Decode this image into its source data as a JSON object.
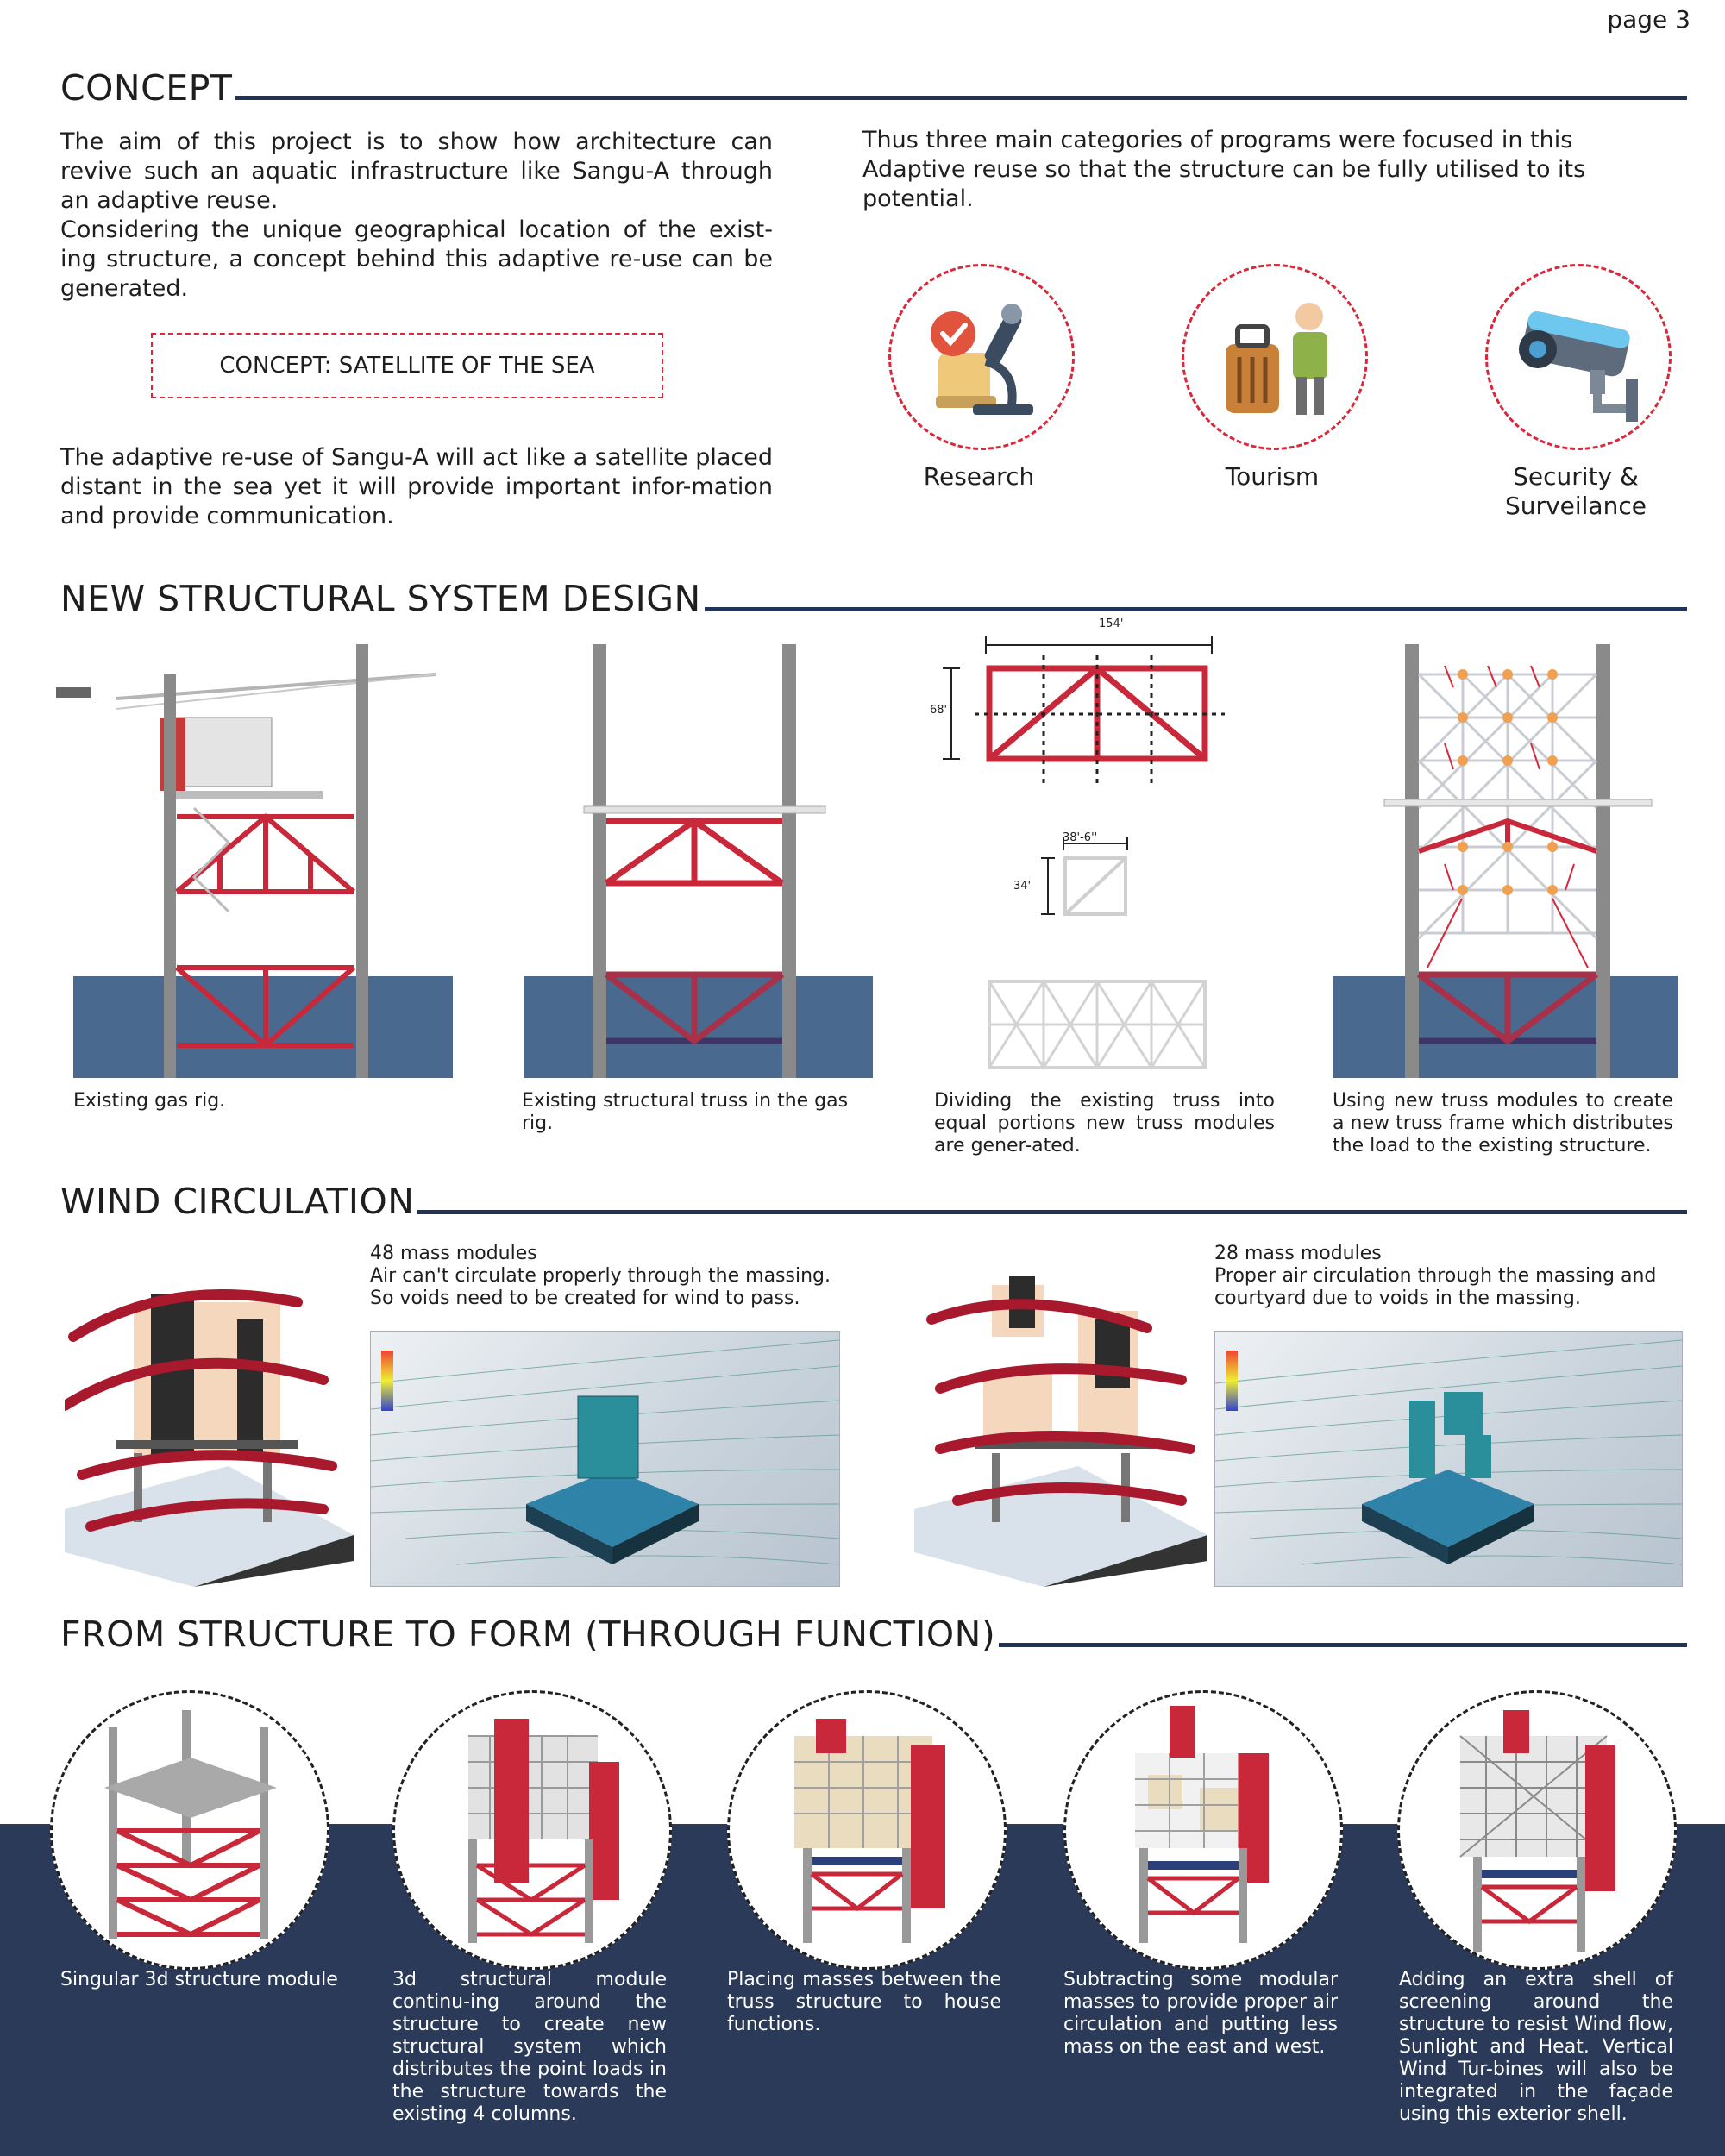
{
  "page_label": "page 3",
  "concept": {
    "heading": "CONCEPT",
    "paragraph1": "The aim of this project is to show how architecture can revive such an aquatic infrastructure like Sangu-A through an adaptive reuse.",
    "paragraph2": "Considering the unique geographical location of the exist-ing structure, a concept behind this adaptive re-use can be generated.",
    "box_label": "CONCEPT: SATELLITE OF THE SEA",
    "paragraph3": "The adaptive re-use of Sangu-A will act like a satellite placed distant in the sea yet it will provide important infor-mation and provide communication.",
    "right_paragraph": "Thus three main categories of programs were focused in this Adaptive reuse so that the structure can be fully utilised to its potential.",
    "categories": [
      {
        "label": "Research",
        "icon": "microscope-icon"
      },
      {
        "label": "Tourism",
        "icon": "traveler-luggage-icon"
      },
      {
        "label": "Security & Surveilance",
        "icon": "cctv-camera-icon"
      }
    ]
  },
  "structural": {
    "heading": "NEW STRUCTURAL SYSTEM DESIGN",
    "captions": [
      "Existing gas rig.",
      "Existing structural truss in the gas rig.",
      "Dividing the existing truss into equal portions new truss modules are gener-ated.",
      "Using new truss modules to create a new truss frame which distributes the load to the existing structure."
    ],
    "dimensions": {
      "width_large": "154'",
      "height_large": "68'",
      "width_small": "38'-6''",
      "height_small": "34'"
    }
  },
  "wind": {
    "heading": "WIND CIRCULATION",
    "left": {
      "title": "48 mass modules",
      "text": "Air can't circulate properly through the massing. So voids need to be created for wind to pass."
    },
    "right": {
      "title": "28 mass modules",
      "text": "Proper air circulation through the massing and courtyard due to voids in the massing."
    }
  },
  "form": {
    "heading": "FROM STRUCTURE TO FORM (THROUGH FUNCTION)",
    "steps": [
      "Singular 3d structure module",
      "3d structural module continu-ing around the structure to create new structural system which distributes the point loads in the structure towards the existing 4 columns.",
      "Placing masses between the truss structure to house functions.",
      "Subtracting some modular masses to provide proper air circulation and putting less mass on the east and west.",
      "Adding an extra shell of screening around the structure to resist Wind flow, Sunlight and Heat. Vertical Wind Tur-bines will also be integrated in the façade using this exterior shell."
    ]
  },
  "colors": {
    "accent_red": "#d8283a",
    "navy": "#2a3a58",
    "sea": "#49698f"
  }
}
